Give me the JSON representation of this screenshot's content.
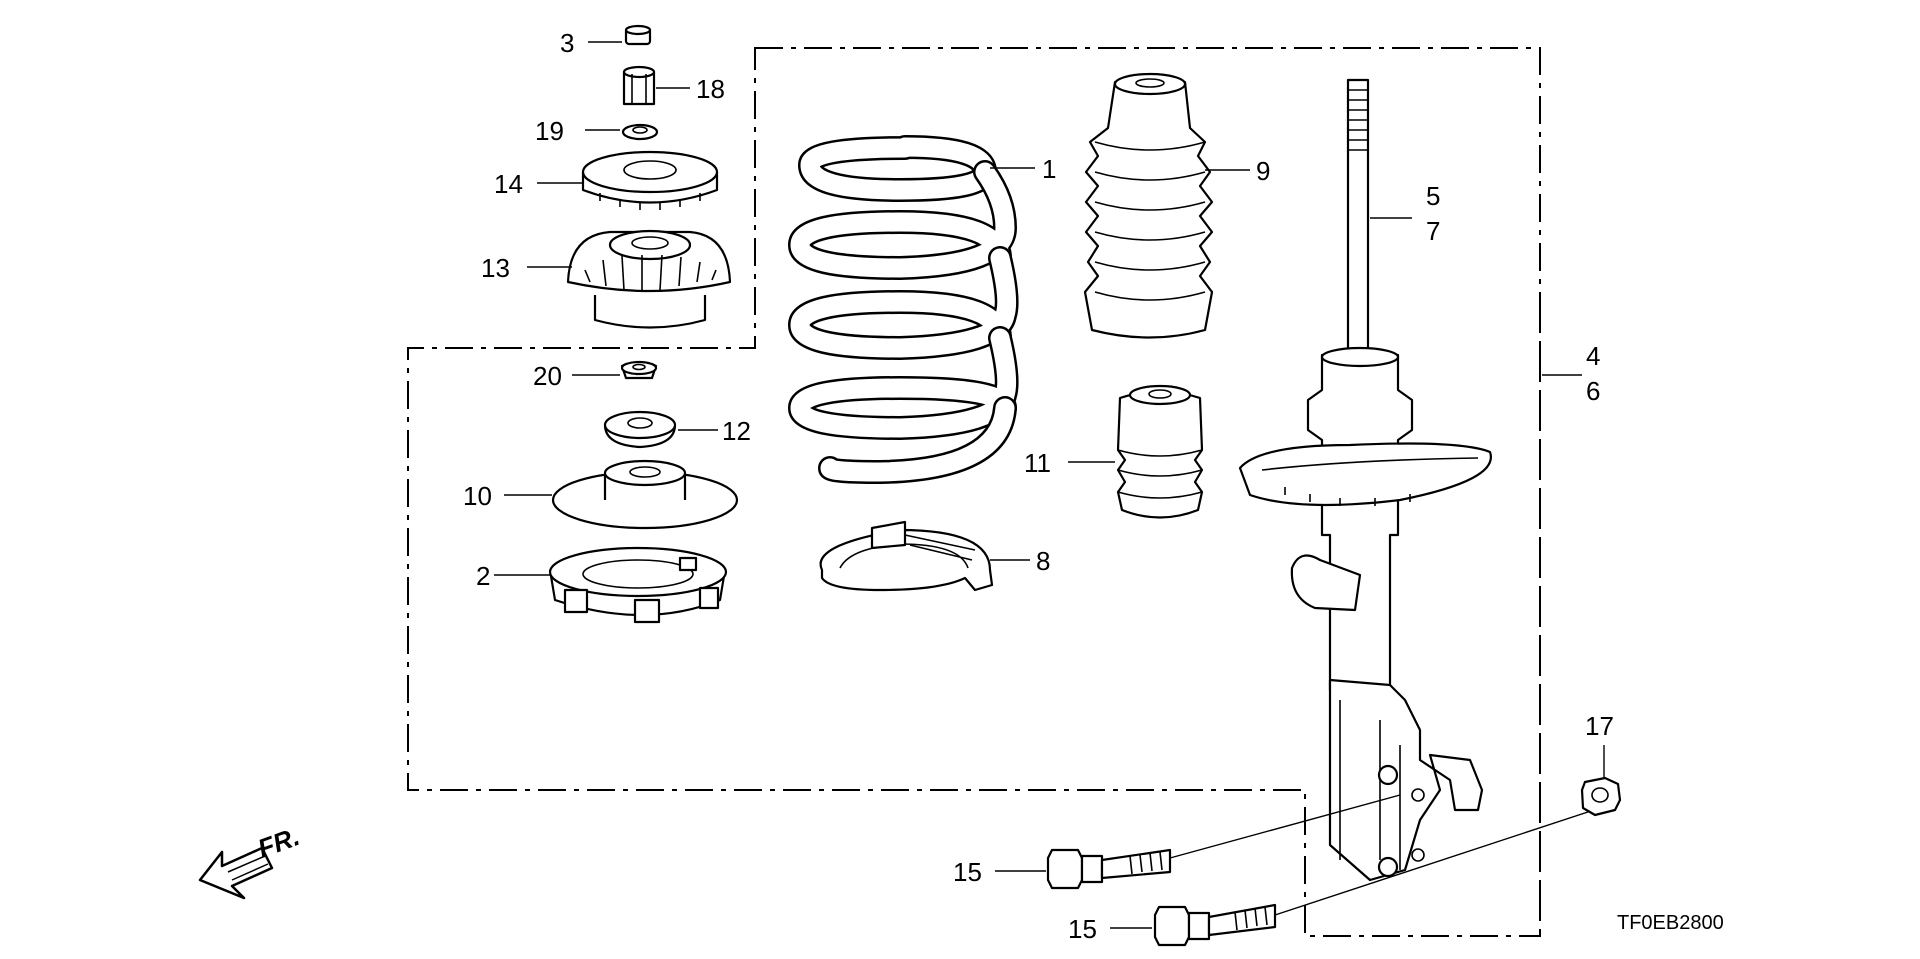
{
  "diagram_code": "TF0EB2800",
  "front_indicator": "FR.",
  "callouts": {
    "p1": "1",
    "p2": "2",
    "p3": "3",
    "p4": "4",
    "p5": "5",
    "p6": "6",
    "p7": "7",
    "p8": "8",
    "p9": "9",
    "p10": "10",
    "p11": "11",
    "p12": "12",
    "p13": "13",
    "p14": "14",
    "p15a": "15",
    "p15b": "15",
    "p17": "17",
    "p18": "18",
    "p19": "19",
    "p20": "20"
  }
}
